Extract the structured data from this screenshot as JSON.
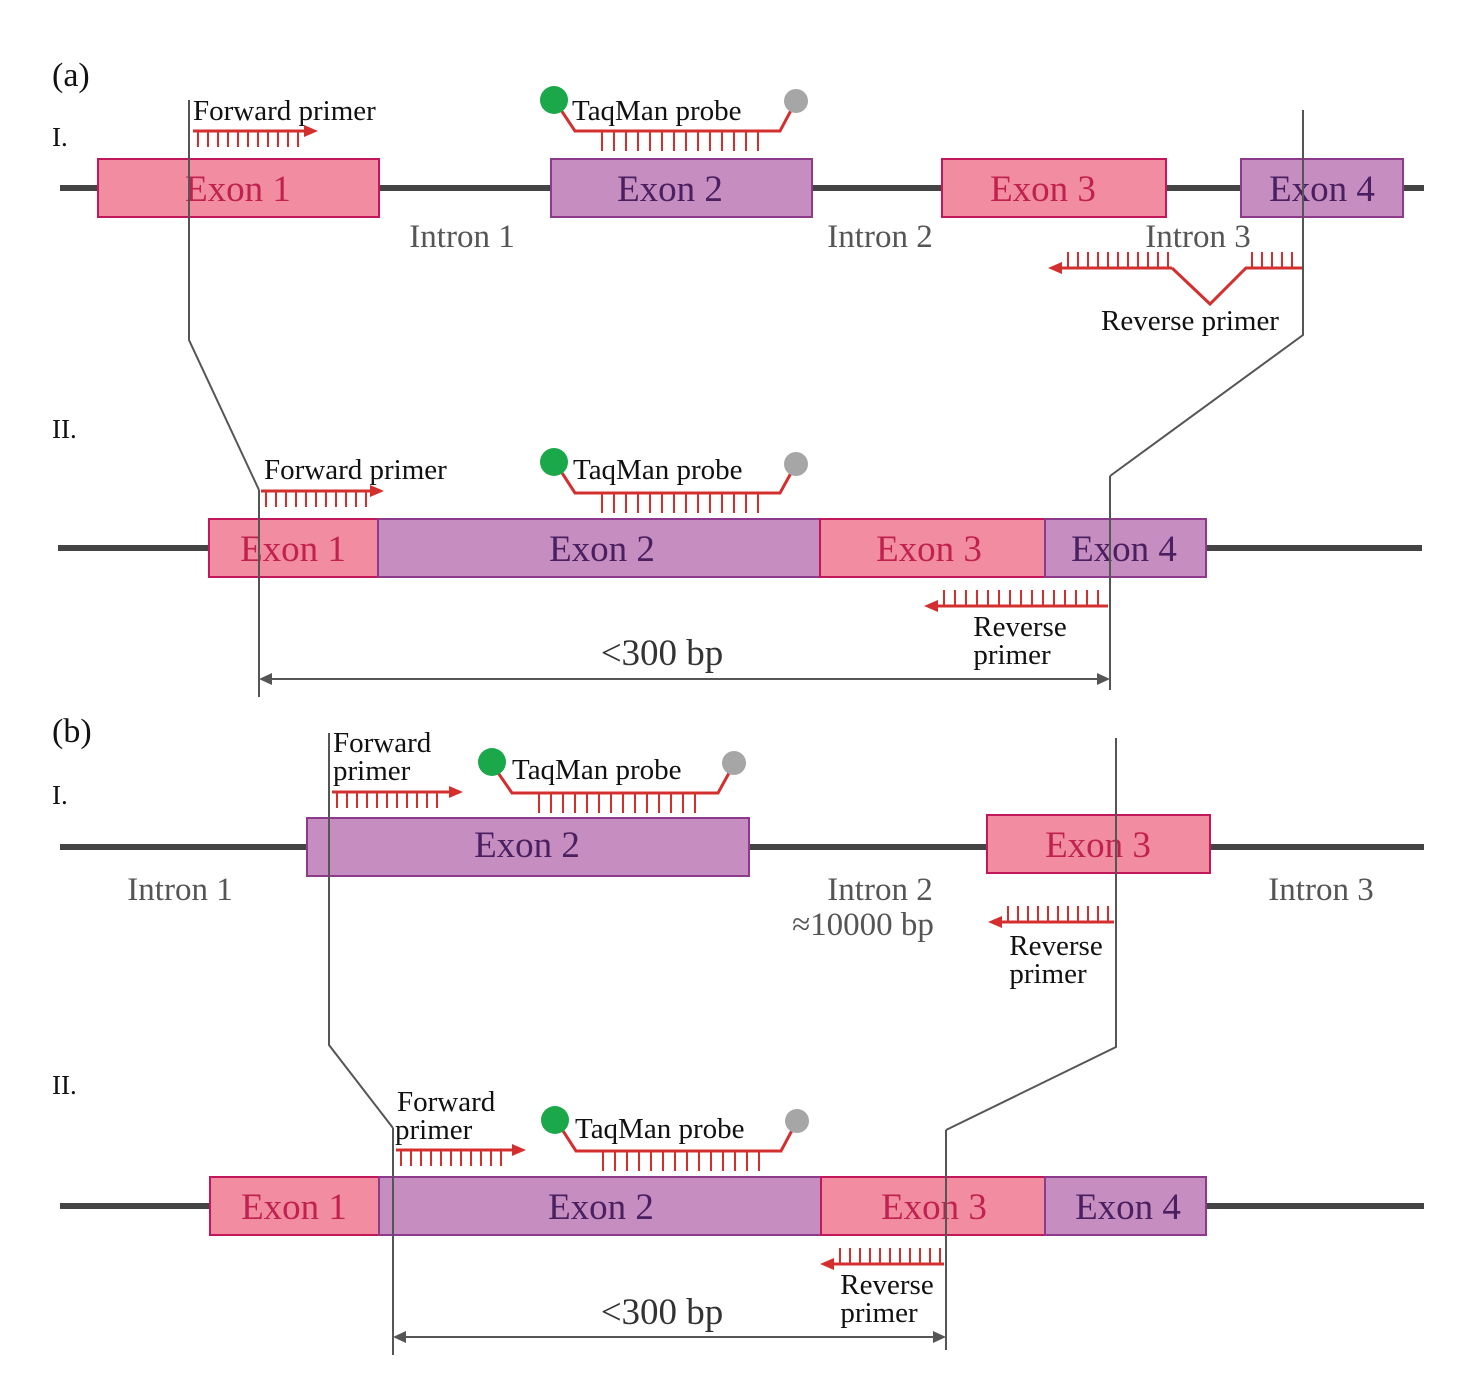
{
  "panel_labels": {
    "a": "(a)",
    "b": "(b)"
  },
  "row_labels": {
    "gene": "I.",
    "mrna": "II."
  },
  "exons": {
    "e1": "Exon 1",
    "e2": "Exon 2",
    "e3": "Exon 3",
    "e4": "Exon 4"
  },
  "introns": {
    "i1": "Intron 1",
    "i2": "Intron 2",
    "i3": "Intron 3"
  },
  "primers": {
    "forward": "Forward primer",
    "forward_line1": "Forward",
    "forward_line2": "primer",
    "reverse": "Reverse primer",
    "reverse_line1": "Reverse",
    "reverse_line2": "primer",
    "probe": "TaqMan probe"
  },
  "lengths": {
    "amplicon": "<300 bp",
    "intron2_b": "≈10000 bp"
  },
  "colors": {
    "exon_pink": "#f28ca0",
    "exon_pink_border": "#c2185b",
    "exon_pink_text": "#c0224f",
    "exon_purple": "#c68dc1",
    "exon_purple_border": "#8e3a8c",
    "exon_purple_text": "#4b2060",
    "primer_red": "#d32f2f",
    "reporter_green": "#1aa84a",
    "quencher_gray": "#a6a6a6",
    "strand": "#444444"
  }
}
